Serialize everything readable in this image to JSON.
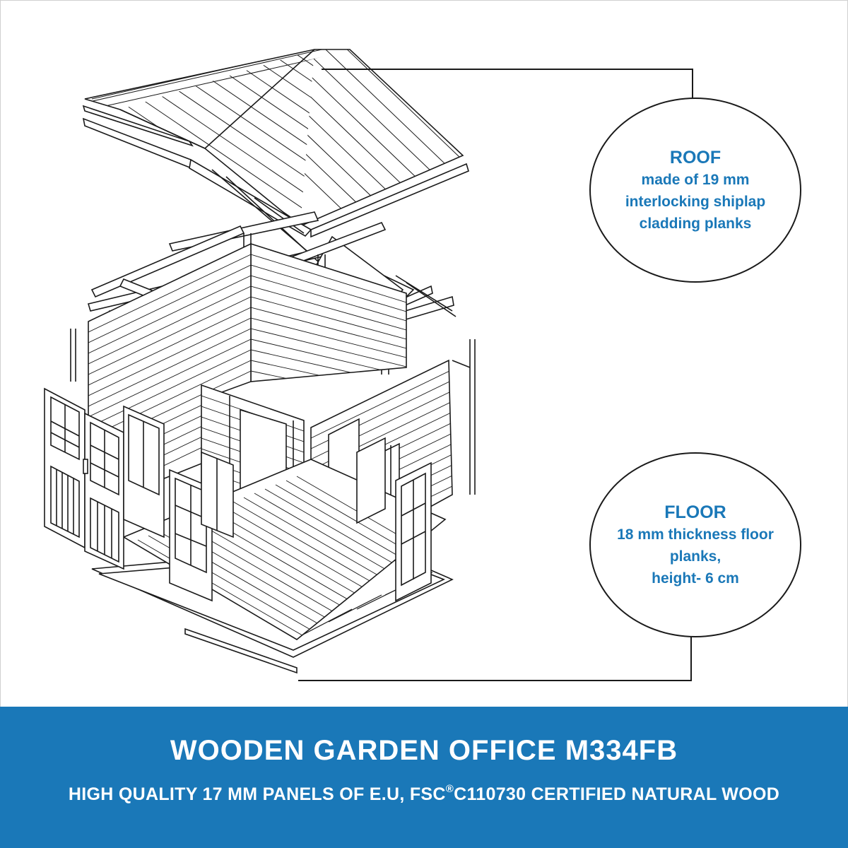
{
  "callouts": {
    "roof": {
      "heading": "ROOF",
      "lines": [
        "made of 19 mm",
        "interlocking shiplap",
        "cladding planks"
      ]
    },
    "floor": {
      "heading": "FLOOR",
      "lines": [
        "18 mm thickness floor",
        "planks,",
        "height- 6 cm"
      ]
    }
  },
  "banner": {
    "title": "WOODEN GARDEN OFFICE M334FB",
    "subtitle_before": "HIGH QUALITY 17 MM PANELS OF E.U, FSC",
    "subtitle_mark": "®",
    "subtitle_after": "C110730 CERTIFIED NATURAL WOOD"
  },
  "colors": {
    "accent": "#1a78b8",
    "line": "#1a1a1a",
    "background": "#ffffff"
  }
}
